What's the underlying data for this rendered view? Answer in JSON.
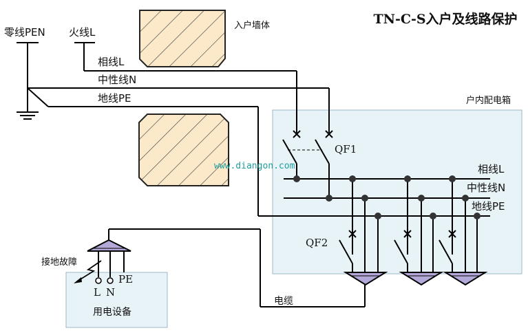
{
  "title": "TN-C-S入户及线路保护",
  "labels": {
    "pen_source": "零线PEN",
    "l_source": "火线L",
    "wall": "入户墙体",
    "phase_line": "相线L",
    "neutral_line": "中性线N",
    "ground_line": "地线PE",
    "box": "户内配电箱",
    "qf1": "QF1",
    "qf2": "QF2",
    "bus_l": "相线L",
    "bus_n": "中性线N",
    "bus_pe": "地线PE",
    "fault": "接地故障",
    "dev_l": "L",
    "dev_n": "N",
    "dev_pe": "PE",
    "device": "用电设备",
    "cable": "电缆",
    "watermark": "www.diangon.com"
  },
  "colors": {
    "line": "#000000",
    "box_fill": "#e8f3f8",
    "box_border": "#9ab8c6",
    "wall_fill": "#fbe9c9",
    "plug_fill": "#b4a8d8",
    "node": "#333333",
    "watermark": "#1e9e9e"
  }
}
